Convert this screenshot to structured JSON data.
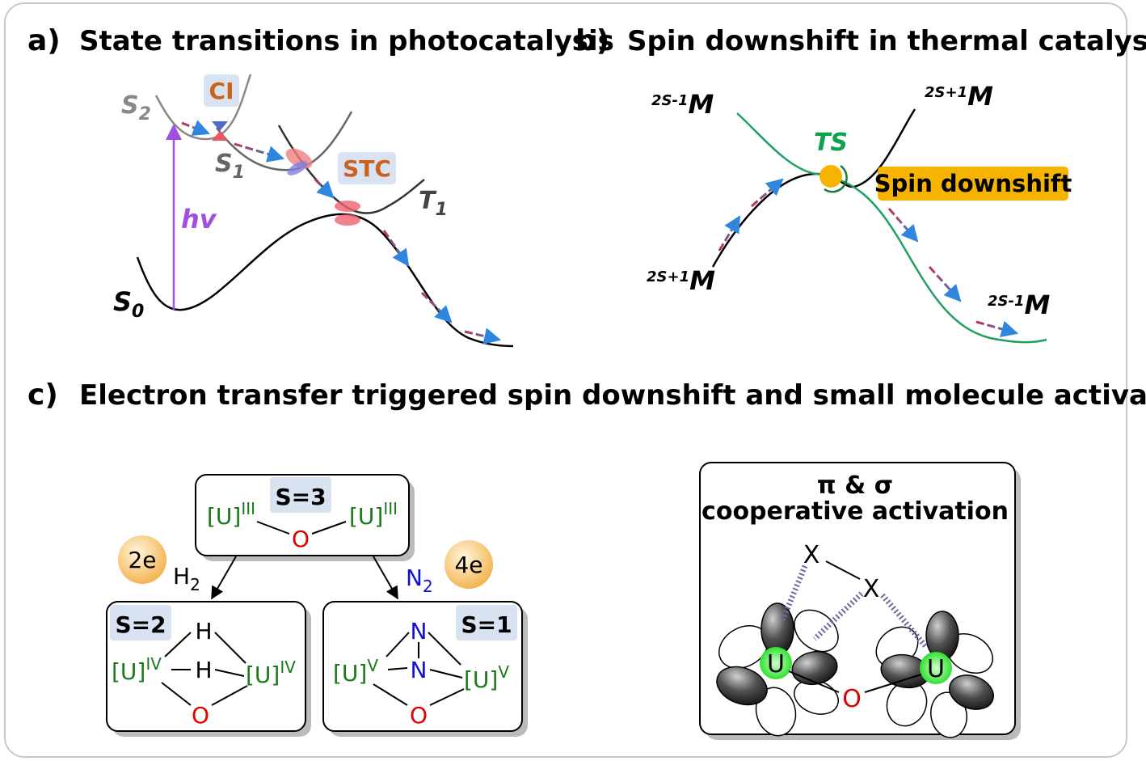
{
  "panels": {
    "a": {
      "letter": "a)",
      "title": "State transitions in photocatalysis",
      "states": {
        "s0": "S",
        "s0_sub": "0",
        "s1": "S",
        "s1_sub": "1",
        "s2": "S",
        "s2_sub": "2",
        "t1": "T",
        "t1_sub": "1"
      },
      "ci_label": "CI",
      "stc_label": "STC",
      "hv_label": "hv"
    },
    "b": {
      "letter": "b)",
      "title": "Spin downshift in thermal catalysis",
      "labels": {
        "top_left": {
          "sup": "2S-1",
          "main": "M"
        },
        "top_right": {
          "sup": "2S+1",
          "main": "M"
        },
        "bottom_left": {
          "sup": "2S+1",
          "main": "M"
        },
        "bottom_right": {
          "sup": "2S-1",
          "main": "M"
        }
      },
      "ts_label": "TS",
      "spin_downshift_label": "Spin downshift"
    },
    "c": {
      "letter": "c)",
      "title": "Electron transfer triggered spin downshift and small molecule activation",
      "top_box": {
        "spin": "S=3",
        "u_left": "[U]",
        "u_left_sup": "III",
        "u_right": "[U]",
        "u_right_sup": "III",
        "o": "O"
      },
      "left_electrons": "2e",
      "right_electrons": "4e",
      "h2": "H",
      "h2_sub": "2",
      "n2": "N",
      "n2_sub": "2",
      "left_box": {
        "spin": "S=2",
        "u_left": "[U]",
        "u_left_sup": "IV",
        "u_right": "[U]",
        "u_right_sup": "IV",
        "h_top": "H",
        "h_mid": "H",
        "o": "O"
      },
      "right_box": {
        "spin": "S=1",
        "u_left": "[U]",
        "u_left_sup": "V",
        "u_right": "[U]",
        "u_right_sup": "V",
        "n_top": "N",
        "n_mid": "N",
        "o": "O"
      },
      "orbital_box": {
        "title_line1": "π & σ",
        "title_line2": "cooperative activation",
        "x1": "X",
        "x2": "X",
        "u1": "U",
        "u2": "U",
        "o": "O"
      }
    }
  },
  "colors": {
    "green": "#1a7a1a",
    "red": "#e00000",
    "blue": "#1010d0",
    "orange_label": "#c8621e",
    "purple": "#a050e0",
    "ts_green": "#10a050",
    "curve_green": "#20a060",
    "highlight_blue": "#d9e2f0",
    "gold": "#f6b400"
  }
}
